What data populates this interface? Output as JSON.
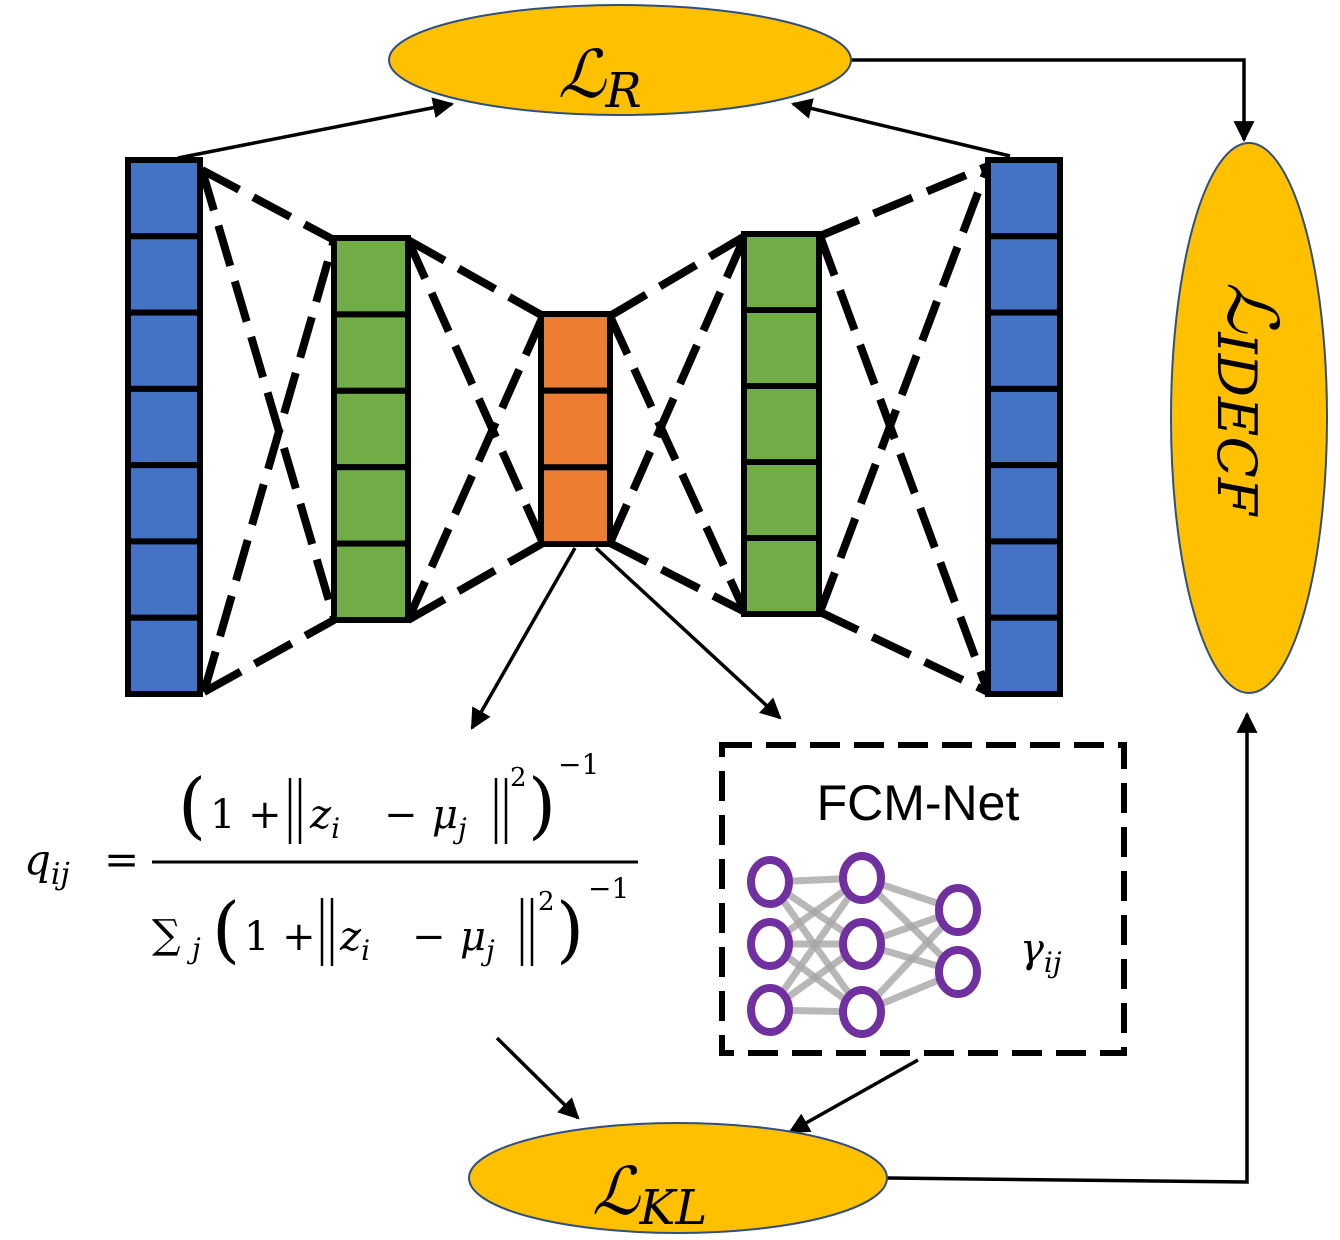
{
  "losses": {
    "reconstruction": {
      "symbol": "ℒ",
      "subscript": "R"
    },
    "idecf": {
      "symbol": "ℒ",
      "subscript": "IDECF"
    },
    "kl": {
      "symbol": "ℒ",
      "subscript": "KL"
    }
  },
  "formula": {
    "lhs": "q",
    "lhs_sub": "ij",
    "equals": "=",
    "one_plus": "1 +",
    "z": "z",
    "z_sub": "i",
    "minus": "−",
    "mu": "μ",
    "mu_sub": "j",
    "sq": "2",
    "inv": "−1",
    "sum": "∑",
    "sum_sub": "j"
  },
  "fcm_net": {
    "title": "FCM-Net",
    "output": "γ",
    "output_sub": "ij"
  },
  "colors": {
    "input_layer": "#4472c4",
    "hidden_layer": "#70ad47",
    "latent_layer": "#ed7d31",
    "loss_fill": "#ffc000",
    "neuron": "#7030a0",
    "edge": "#a6a6a6"
  },
  "icons": [
    "autoencoder-diagram",
    "neural-net-icon"
  ]
}
